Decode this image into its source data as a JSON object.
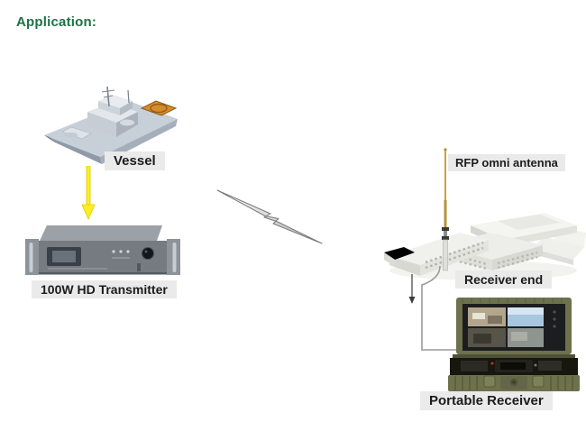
{
  "header": {
    "title": "Application:"
  },
  "diagram": {
    "transmitter_side": {
      "vessel_label": "Vessel",
      "transmitter_label": "100W HD Transmitter"
    },
    "receiver_side": {
      "antenna_label": "RFP omni antenna",
      "receiver_end_label": "Receiver end",
      "portable_receiver_label": "Portable Receiver"
    },
    "icons": {
      "vessel": "ship-illustration",
      "flow_arrow": "yellow-down-arrow",
      "transmitter": "rack-mount-transmitter-illustration",
      "rf_link": "lightning-bolt-link",
      "antenna": "omni-antenna-mast",
      "building": "receiver-building-illustration",
      "cable": "antenna-feed-cable",
      "receiver_flow_arrow": "small-down-arrow",
      "portable_receiver": "rugged-case-receiver-illustration"
    },
    "colors": {
      "background": "#ffffff",
      "heading_green": "#1e7145",
      "label_background": "#eaeaea",
      "label_text": "#1c1c1c",
      "arrow_yellow": "#fdee21",
      "case_olive": "#6e724c",
      "antenna_tan": "#c9a23e",
      "link_grey": "#7a7a7a"
    }
  }
}
